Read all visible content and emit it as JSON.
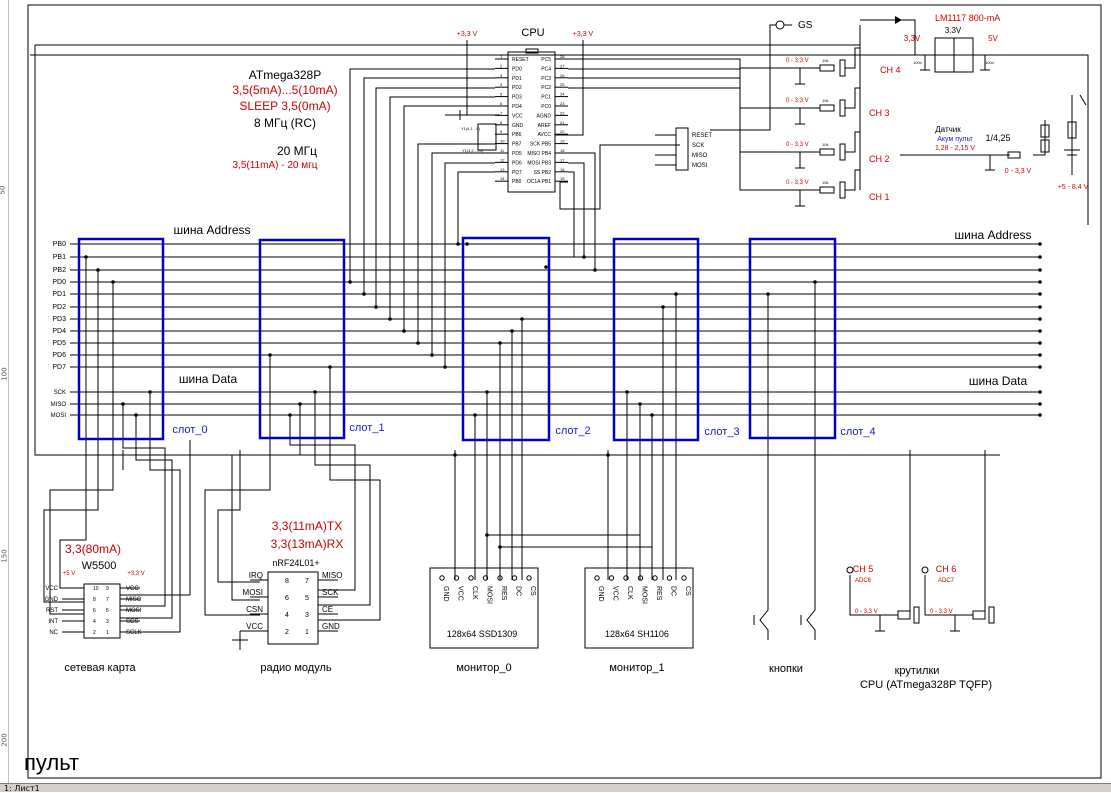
{
  "title": "пульт",
  "tab": "1: Лист1",
  "ruler_marks": [
    "50",
    "100",
    "150",
    "200"
  ],
  "cpu": {
    "label": "CPU",
    "model": "ATmega328P",
    "current1": "3,5(5mA)...5(10mA)",
    "sleep": "SLEEP 3,5(0mA)",
    "clock_rc": "8 МГц (RC)",
    "clock_ext": "20 МГц",
    "current_ext": "3,5(11mA) - 20 мгц",
    "left_pins": [
      "RESET",
      "PD0",
      "PD1",
      "PD2",
      "PD3",
      "PD4",
      "VCC",
      "GND",
      "PB6",
      "PB7",
      "PD5",
      "PD6",
      "PD7",
      "PB0"
    ],
    "right_pins": [
      "PC5",
      "PC4",
      "PC3",
      "PC2",
      "PC1",
      "PC0",
      "AGND",
      "AREF",
      "AVCC",
      "SCK PB5",
      "MISO PB4",
      "MOSI PB3",
      "SS PB2",
      "OC1A PB1"
    ],
    "isp_labels": [
      "RESET",
      "SCK",
      "MISO",
      "MOSI"
    ]
  },
  "power": {
    "v33": "+3,3 V",
    "reg": "LM1117 800-mA",
    "reg_out": "3.3V",
    "in33": "3,3V",
    "in5": "5V",
    "gs": "GS",
    "sensor": "Датчик",
    "sensor_sub": "Акум пульт",
    "sensor_range": "1,28 - 2,15 V",
    "ratio": "1/4,25",
    "batt": "+5 - 8,4 V",
    "pot_range": "0 - 3,3 V"
  },
  "channels": [
    "CH 4",
    "CH 3",
    "CH 2",
    "CH 1"
  ],
  "bus": {
    "address": "шина Address",
    "data": "шина Data",
    "address_lines": [
      "PB0",
      "PB1",
      "PB2",
      "PD0",
      "PD1",
      "PD2",
      "PD3",
      "PD4",
      "PD5",
      "PD6",
      "PD7"
    ],
    "data_lines": [
      "SCK",
      "MISO",
      "MOSI"
    ]
  },
  "slots": [
    "слот_0",
    "слот_1",
    "слот_2",
    "слот_3",
    "слот_4"
  ],
  "w5500": {
    "current": "3,3(80mA)",
    "name": "W5500",
    "left_pins": [
      "VCC",
      "GND",
      "RST",
      "INT",
      "NC"
    ],
    "right_pins": [
      "VCC",
      "MISO",
      "MOSI",
      "SCS",
      "SCLK"
    ],
    "left_nums": [
      "10",
      "8",
      "6",
      "4",
      "2"
    ],
    "right_nums": [
      "9",
      "7",
      "5",
      "3",
      "1"
    ],
    "caption": "сетевая карта",
    "v5": "+5 V",
    "v33": "+3,3 V"
  },
  "nrf": {
    "tx": "3,3(11mA)TX",
    "rx": "3,3(13mA)RX",
    "name": "nRF24L01+",
    "left_pins": [
      "IRQ",
      "MOSI",
      "CSN",
      "VCC"
    ],
    "right_pins": [
      "MISO",
      "SCK",
      "CE",
      "GND"
    ],
    "left_nums": [
      "8",
      "6",
      "4",
      "2"
    ],
    "right_nums": [
      "7",
      "5",
      "3",
      "1"
    ],
    "caption": "радио модуль"
  },
  "monitors": [
    {
      "name": "128x64 SSD1309",
      "caption": "монитор_0"
    },
    {
      "name": "128x64 SH1106",
      "caption": "монитор_1"
    }
  ],
  "monitor_pins": [
    "GND",
    "VCC",
    "CLK",
    "MOSI",
    "RES",
    "DC",
    "CS"
  ],
  "buttons_caption": "кнопки",
  "knobs": {
    "caption1": "крутилки",
    "caption2": "CPU (ATmega328P TQFP)",
    "ch5": "CH 5",
    "ch6": "CH 6",
    "adc6": "ADC6",
    "adc7": "ADC7"
  },
  "colors": {
    "wire": "#000000",
    "slot_box": "#0000c8",
    "red_text": "#d00000",
    "blue_text": "#1a1acc"
  }
}
